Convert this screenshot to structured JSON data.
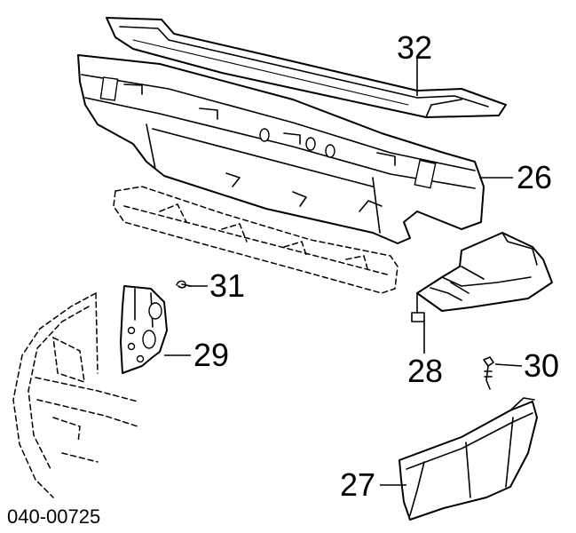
{
  "diagram_code": "040-00725",
  "callouts": {
    "p32": "32",
    "p26": "26",
    "p31": "31",
    "p29": "29",
    "p28": "28",
    "p30": "30",
    "p27": "27"
  }
}
